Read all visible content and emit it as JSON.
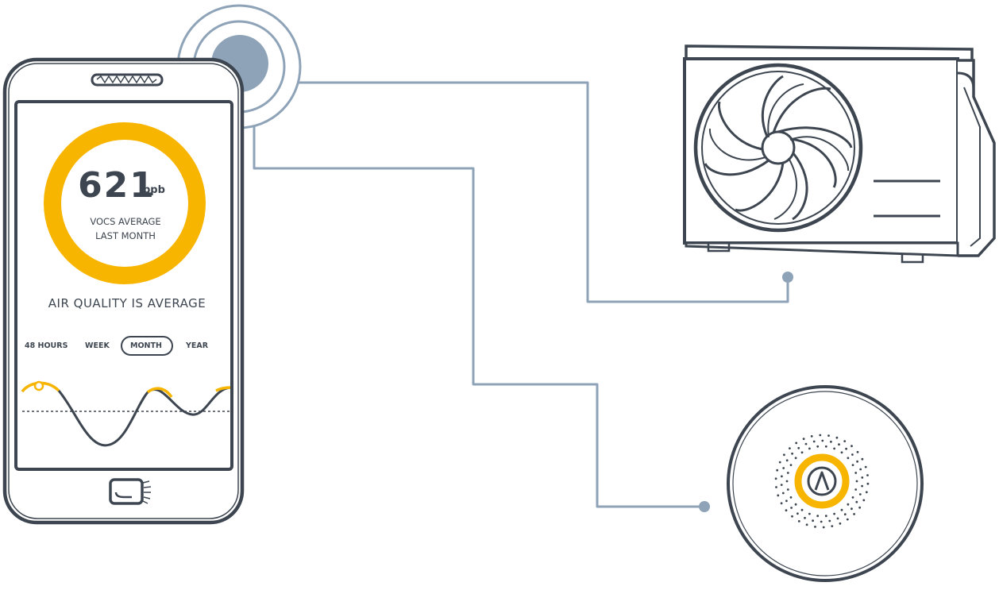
{
  "phone": {
    "reading_value": "621",
    "reading_unit": "ppb",
    "reading_caption_line1": "VOCS AVERAGE",
    "reading_caption_line2": "LAST MONTH",
    "quality_text": "AIR QUALITY IS AVERAGE",
    "tabs": [
      "48 HOURS",
      "WEEK",
      "MONTH",
      "YEAR"
    ],
    "selected_tab": "MONTH"
  },
  "nodes": [
    "phone",
    "wireless-hub",
    "air-conditioner-unit",
    "air-quality-sensor"
  ],
  "connections": [
    {
      "from": "wireless-hub",
      "to": "air-conditioner-unit"
    },
    {
      "from": "wireless-hub",
      "to": "air-quality-sensor"
    }
  ],
  "colors": {
    "outline": "#3d4650",
    "accent": "#f7b500",
    "wire": "#8ea3b8",
    "hub_fill": "#8ea3b8"
  },
  "icons": [
    "phone-speaker-icon",
    "home-button-icon",
    "fan-icon",
    "logo-a-icon"
  ]
}
